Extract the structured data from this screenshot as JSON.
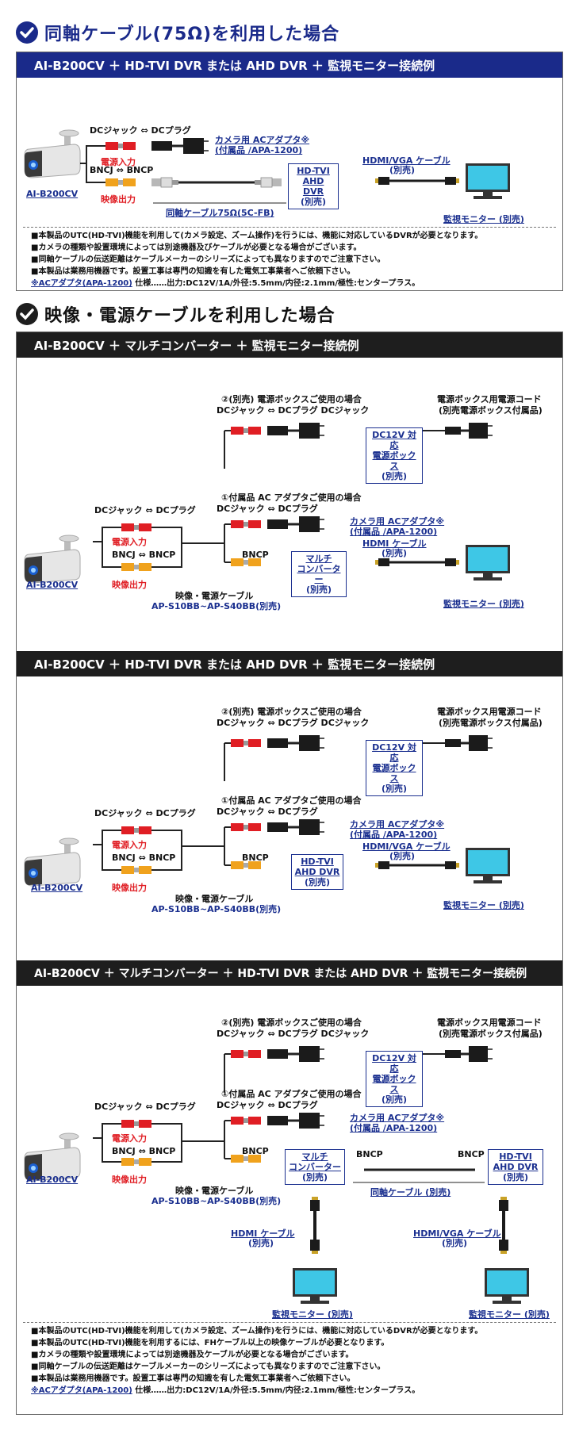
{
  "colors": {
    "navy": "#1a2a8a",
    "dark": "#1e1e1e",
    "red": "#e01e24",
    "orange": "#f0a21d",
    "blue": "#1a2f8f",
    "cable": "#222"
  },
  "icons": [
    "check-circle-icon",
    "camera-icon",
    "ac-adapter-icon",
    "monitor-icon",
    "hdmi-cable-icon",
    "power-box-icon"
  ],
  "section1": {
    "title": "同軸ケーブル(75Ω)を利用した場合",
    "panel_title": "AI-B200CV ＋ HD-TVI DVR または AHD DVR ＋ 監視モニター接続例",
    "dc_label": "DCジャック ⇔ DCプラグ",
    "power_in": "電源入力",
    "bnc_label": "BNCJ ⇔ BNCP",
    "video_out": "映像出力",
    "camera_name": "AI-B200CV",
    "adapter_l1": "カメラ用 ACアダプタ※",
    "adapter_l2": "(付属品 /APA-1200)",
    "coax_label": "同軸ケーブル75Ω(5C-FB)",
    "dvr_l1": "HD-TVI",
    "dvr_l2": "AHD DVR",
    "dvr_l3": "(別売)",
    "hdmi_l1": "HDMI/VGA ケーブル",
    "hdmi_l2": "(別売)",
    "monitor": "監視モニター (別売)",
    "notes": [
      "■本製品のUTC(HD-TVI)機能を利用して(カメラ設定、ズーム操作)を行うには、機能に対応しているDVRが必要となります。",
      "■カメラの種類や設置環境によっては別途機器及びケーブルが必要となる場合がございます。",
      "■同軸ケーブルの伝送距離はケーブルメーカーのシリーズによっても異なりますのでご注意下さい。",
      "■本製品は業務用機器です。設置工事は専門の知識を有した電気工事業者へご依頼下さい。"
    ],
    "note_link": "※ACアダプタ(APA-1200)",
    "note_spec": "仕様……出力:DC12V/1A/外径:5.5mm/内径:2.1mm/極性:センタープラス。"
  },
  "section2": {
    "title": "映像・電源ケーブルを利用した場合",
    "opt_title": "②(別売) 電源ボックスご使用の場合",
    "opt_conn": "DCジャック ⇔ DCプラグ  DCジャック",
    "pbox_cord_l1": "電源ボックス用電源コード",
    "pbox_cord_l2": "(別売電源ボックス付属品)",
    "pbox_l1": "DC12V 対応",
    "pbox_l2": "電源ボックス",
    "pbox_l3": "(別売)",
    "acc_title": "①付属品 AC アダプタご使用の場合",
    "acc_conn": "DCジャック ⇔ DCプラグ",
    "dc_label": "DCジャック ⇔ DCプラグ",
    "power_in": "電源入力",
    "bnc_label": "BNCJ ⇔ BNCP",
    "video_out": "映像出力",
    "bncp": "BNCP",
    "camera_name": "AI-B200CV",
    "adapter_l1": "カメラ用 ACアダプタ※",
    "adapter_l2": "(付属品 /APA-1200)",
    "cable_l1": "映像・電源ケーブル",
    "cable_l2": "AP-S10BB~AP-S40BB(別売)",
    "conv_l1": "マルチ",
    "conv_l2": "コンバーター",
    "conv_l3": "(別売)",
    "dvr_l1": "HD-TVI",
    "dvr_l2": "AHD DVR",
    "dvr_l3": "(別売)",
    "hdmi_l1": "HDMI ケーブル",
    "hdmi_l2": "(別売)",
    "hdmivga_l1": "HDMI/VGA ケーブル",
    "hdmivga_l2": "(別売)",
    "monitor": "監視モニター (別売)",
    "coax2": "同軸ケーブル (別売)",
    "panelA": "AI-B200CV ＋ マルチコンバーター ＋ 監視モニター接続例",
    "panelB": "AI-B200CV ＋ HD-TVI DVR または AHD DVR ＋ 監視モニター接続例",
    "panelC": "AI-B200CV ＋ マルチコンバーター ＋ HD-TVI DVR または AHD DVR ＋ 監視モニター接続例",
    "notes": [
      "■本製品のUTC(HD-TVI)機能を利用して(カメラ設定、ズーム操作)を行うには、機能に対応しているDVRが必要となります。",
      "■本製品のUTC(HD-TVI)機能を利用するには、FHケーブル以上の映像ケーブルが必要となります。",
      "■カメラの種類や設置環境によっては別途機器及ケーブルが必要となる場合がございます。",
      "■同軸ケーブルの伝送距離はケーブルメーカーのシリーズによっても異なりますのでご注意下さい。",
      "■本製品は業務用機器です。設置工事は専門の知識を有した電気工事業者へご依頼下さい。"
    ],
    "note_link": "※ACアダプタ(APA-1200)",
    "note_spec": "仕様……出力:DC12V/1A/外径:5.5mm/内径:2.1mm/極性:センタープラス。"
  }
}
